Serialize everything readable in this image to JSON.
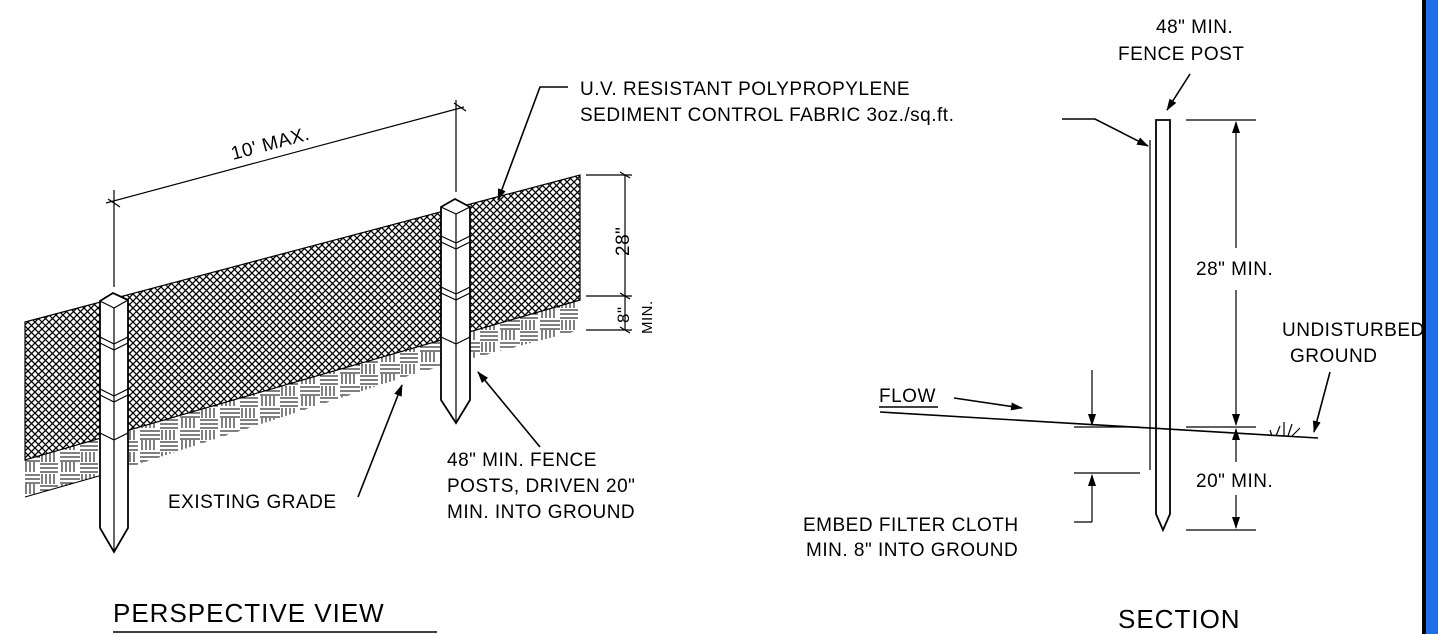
{
  "colors": {
    "ink": "#000000",
    "background": "#ffffff",
    "border_accent": "#1e6fe8"
  },
  "perspective": {
    "title": "PERSPECTIVE VIEW",
    "dim_spacing": "10' MAX.",
    "dim_height": "28\"",
    "dim_embed": "8\"",
    "dim_embed_min": "MIN.",
    "fabric_label_line1": "U.V. RESISTANT POLYPROPYLENE",
    "fabric_label_line2": "SEDIMENT CONTROL FABRIC 3oz./sq.ft.",
    "posts_label_line1": "48\" MIN. FENCE",
    "posts_label_line2": "POSTS, DRIVEN 20\"",
    "posts_label_line3": "MIN. INTO GROUND",
    "grade_label": "EXISTING GRADE"
  },
  "section": {
    "title": "SECTION",
    "post_label_line1": "48\" MIN.",
    "post_label_line2": "FENCE POST",
    "dim_above": "28\" MIN.",
    "dim_below": "20\" MIN.",
    "ground_label_line1": "UNDISTURBED",
    "ground_label_line2": "GROUND",
    "flow_label": "FLOW",
    "embed_label_line1": "EMBED FILTER CLOTH",
    "embed_label_line2": "MIN. 8\" INTO GROUND"
  }
}
